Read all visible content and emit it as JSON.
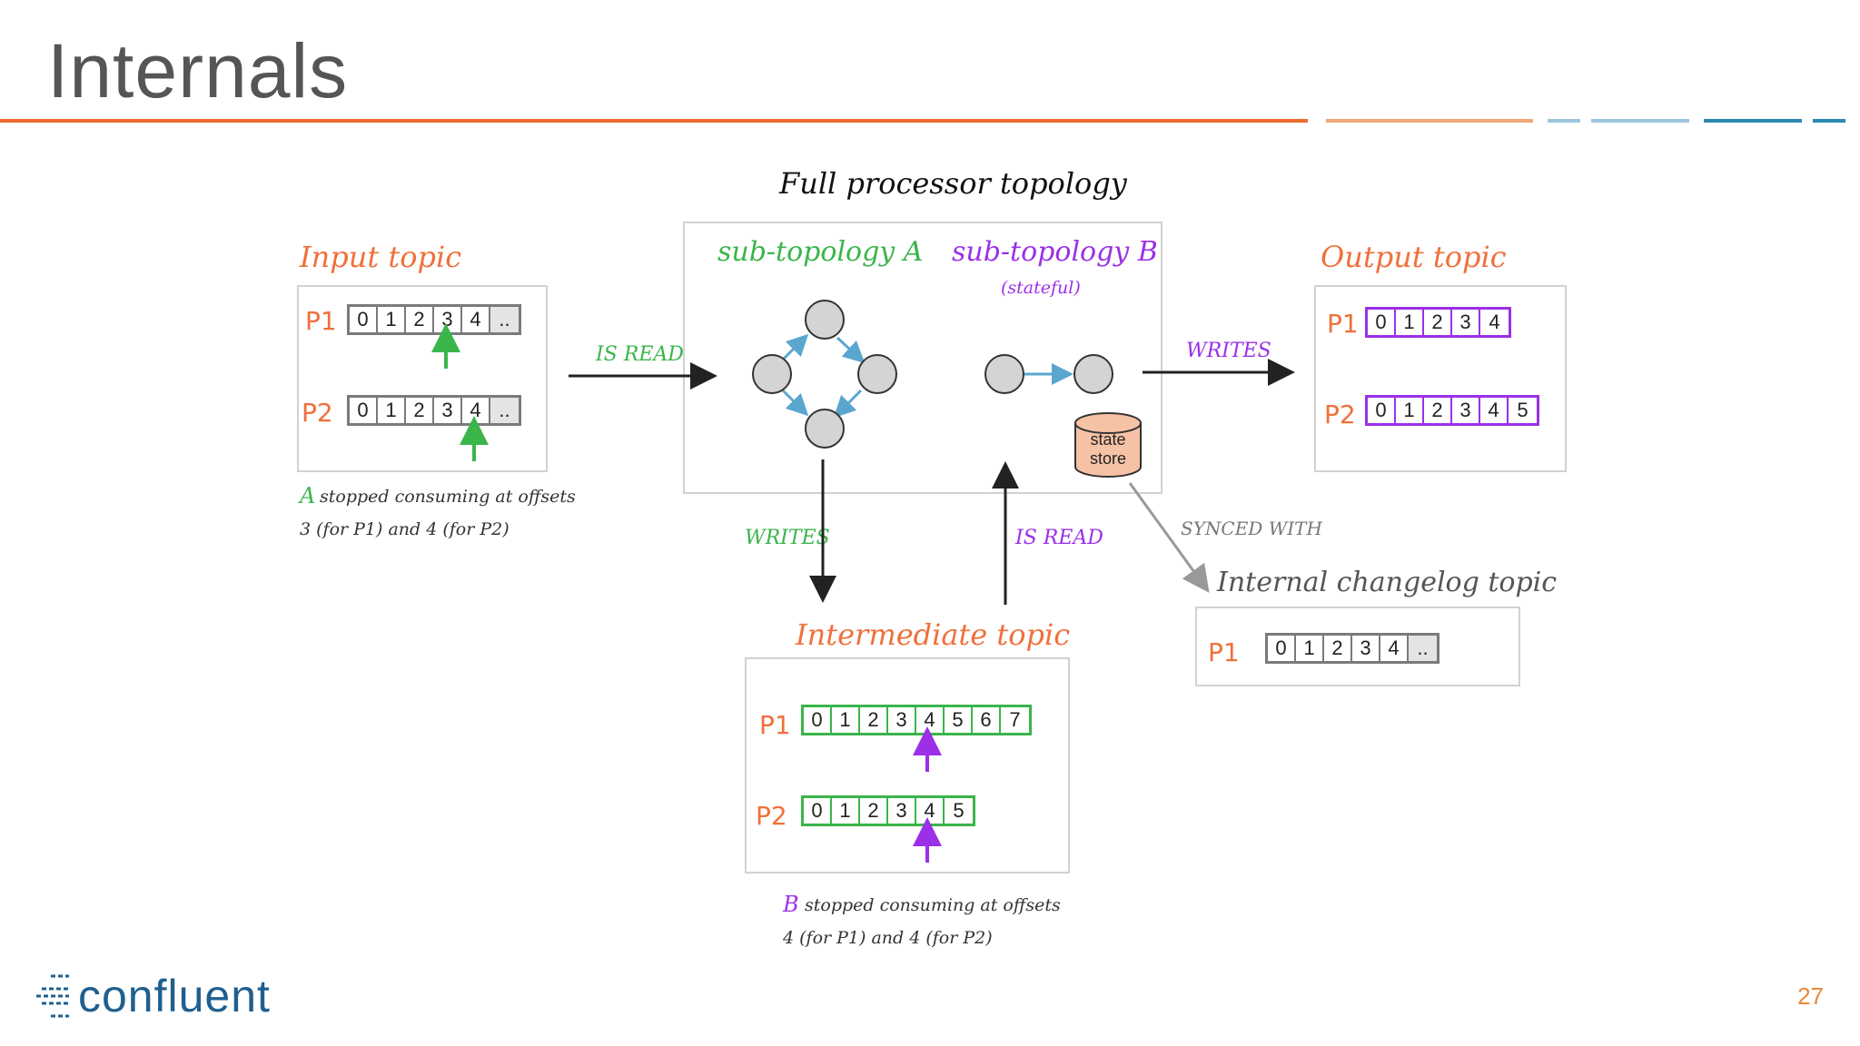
{
  "slide": {
    "title": "Internals",
    "page_number": "27",
    "logo_text": "confluent"
  },
  "diagram": {
    "title": "Full processor topology",
    "input_topic": {
      "label": "Input topic",
      "partitions": [
        {
          "name": "P1",
          "cells": [
            "0",
            "1",
            "2",
            "3",
            "4",
            ".."
          ]
        },
        {
          "name": "P2",
          "cells": [
            "0",
            "1",
            "2",
            "3",
            "4",
            ".."
          ]
        }
      ],
      "note_marker": "A",
      "note_line1": "stopped consuming at offsets",
      "note_line2": "3 (for P1) and 4 (for P2)"
    },
    "sub_topology_a": {
      "label": "sub-topology A"
    },
    "sub_topology_b": {
      "label": "sub-topology B",
      "sublabel": "(stateful)"
    },
    "state_store": {
      "line1": "state",
      "line2": "store"
    },
    "output_topic": {
      "label": "Output topic",
      "partitions": [
        {
          "name": "P1",
          "cells": [
            "0",
            "1",
            "2",
            "3",
            "4"
          ]
        },
        {
          "name": "P2",
          "cells": [
            "0",
            "1",
            "2",
            "3",
            "4",
            "5"
          ]
        }
      ]
    },
    "intermediate_topic": {
      "label": "Intermediate topic",
      "partitions": [
        {
          "name": "P1",
          "cells": [
            "0",
            "1",
            "2",
            "3",
            "4",
            "5",
            "6",
            "7"
          ]
        },
        {
          "name": "P2",
          "cells": [
            "0",
            "1",
            "2",
            "3",
            "4",
            "5"
          ]
        }
      ],
      "note_marker": "B",
      "note_line1": "stopped consuming at offsets",
      "note_line2": "4 (for P1) and 4 (for P2)"
    },
    "changelog_topic": {
      "label": "Internal changelog topic",
      "partitions": [
        {
          "name": "P1",
          "cells": [
            "0",
            "1",
            "2",
            "3",
            "4",
            ".."
          ]
        }
      ]
    },
    "edges": {
      "is_read_1": "IS READ",
      "writes_1": "WRITES",
      "writes_2": "WRITES",
      "is_read_2": "IS READ",
      "synced_with": "SYNCED WITH"
    },
    "colors": {
      "orange": "#f0703a",
      "green": "#3ab54a",
      "purple": "#9b30e8",
      "grey_cell": "#7a7a7a",
      "arrow_blue": "#5aa6cf",
      "node_fill": "#d4d4d4",
      "store_fill": "#f6c2a6"
    }
  }
}
